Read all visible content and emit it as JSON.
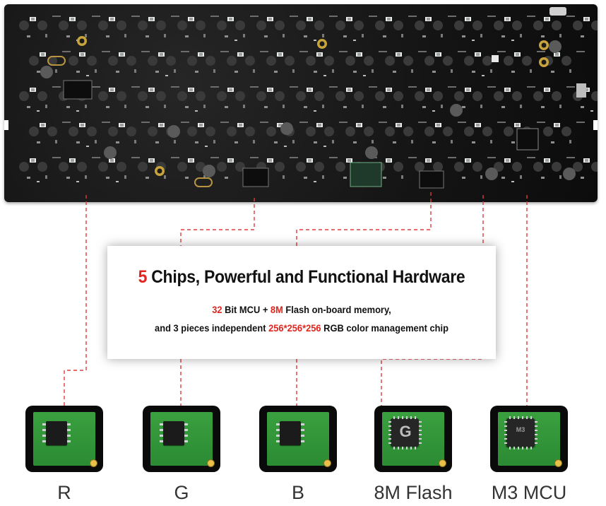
{
  "headline": {
    "num": "5",
    "text": " Chips, Powerful and Functional Hardware"
  },
  "specs": {
    "line1": {
      "a": "32",
      "b": " Bit MCU + ",
      "c": "8M",
      "d": " Flash on-board memory,"
    },
    "line2": {
      "a": "and 3 pieces independent ",
      "b": "256*256*256",
      "c": " RGB color management chip"
    }
  },
  "chips": [
    {
      "label": "R",
      "icon": "soic-chip-icon"
    },
    {
      "label": "G",
      "icon": "soic-chip-icon"
    },
    {
      "label": "B",
      "icon": "soic-chip-icon"
    },
    {
      "label": "8M Flash",
      "icon": "flash-chip-icon"
    },
    {
      "label": "M3 MCU",
      "icon": "qfp-chip-icon"
    }
  ],
  "chip_marks": {
    "flash": "G",
    "mcu": "M3"
  },
  "colors": {
    "accent_red": "#e0261f",
    "connector_line": "#e23b3b",
    "pcb": "#141414",
    "chip_board": "#2f9238"
  }
}
